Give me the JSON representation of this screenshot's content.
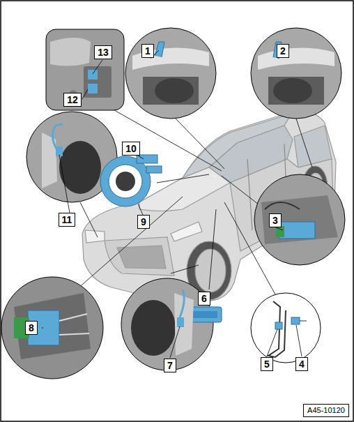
{
  "diagram": {
    "labels": [
      "13",
      "12",
      "1",
      "2",
      "10",
      "11",
      "9",
      "3",
      "6",
      "5",
      "4",
      "8",
      "7",
      "A45-10120"
    ]
  }
}
